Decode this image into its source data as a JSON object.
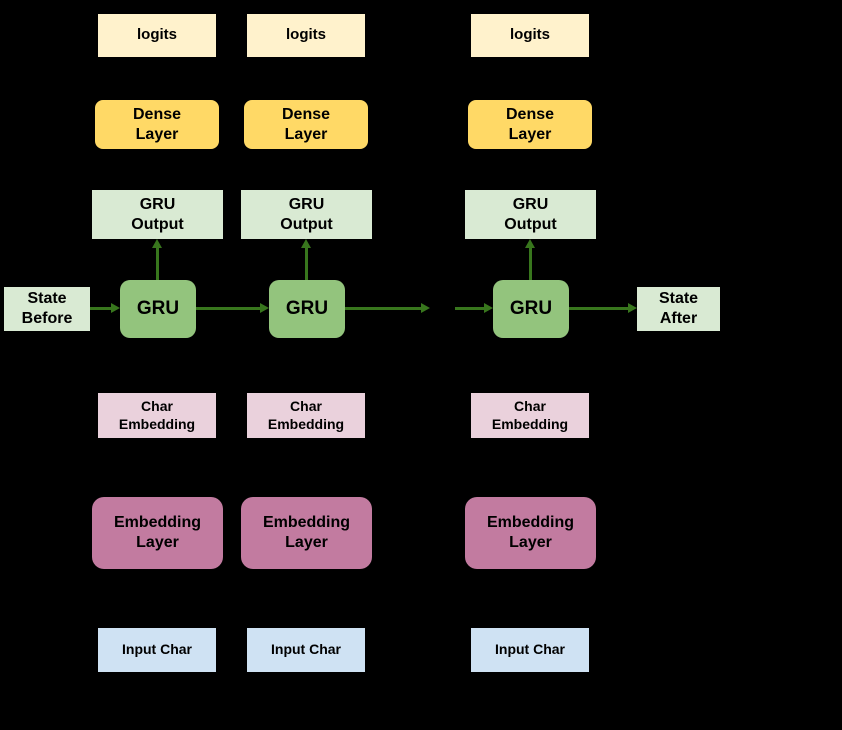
{
  "colors": {
    "background": "#000000",
    "arrow": "#38761D",
    "logits_box": "#FFF2CC",
    "dense_layer_box": "#FFD966",
    "gru_output_box": "#D9EAD3",
    "gru_box": "#93C47D",
    "state_box": "#D9EAD3",
    "char_embedding_box": "#EAD1DC",
    "embedding_layer_box": "#C27BA0",
    "input_char_box": "#CFE2F3"
  },
  "state_before": {
    "label": "State\nBefore"
  },
  "state_after": {
    "label": "State\nAfter"
  },
  "columns": [
    {
      "logits": "logits",
      "dense_layer": "Dense\nLayer",
      "gru_output": "GRU\nOutput",
      "gru": "GRU",
      "char_embedding": "Char\nEmbedding",
      "embedding_layer": "Embedding\nLayer",
      "input_char": "Input Char"
    },
    {
      "logits": "logits",
      "dense_layer": "Dense\nLayer",
      "gru_output": "GRU\nOutput",
      "gru": "GRU",
      "char_embedding": "Char\nEmbedding",
      "embedding_layer": "Embedding\nLayer",
      "input_char": "Input Char"
    },
    {
      "logits": "logits",
      "dense_layer": "Dense\nLayer",
      "gru_output": "GRU\nOutput",
      "gru": "GRU",
      "char_embedding": "Char\nEmbedding",
      "embedding_layer": "Embedding\nLayer",
      "input_char": "Input Char"
    }
  ]
}
